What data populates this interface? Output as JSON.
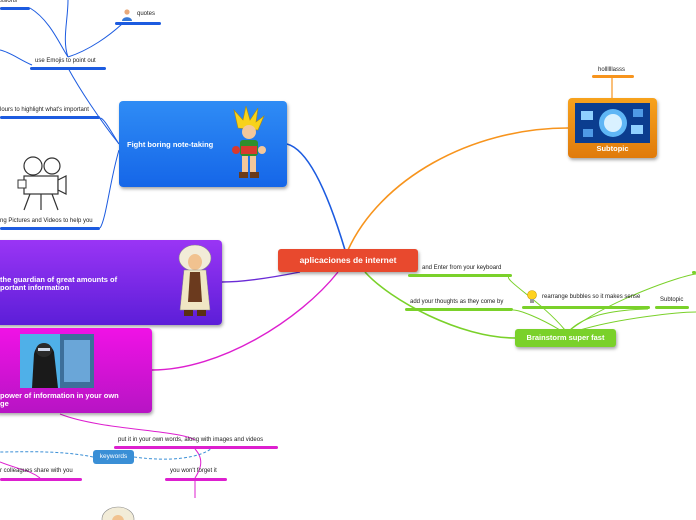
{
  "center": {
    "label": "aplicaciones de internet",
    "color": "#e8492e"
  },
  "left_top": {
    "title": "Fight boring note-taking",
    "items": [
      {
        "label": "ssions"
      },
      {
        "label": "quotes"
      },
      {
        "label": "use Emojis to point out"
      },
      {
        "label": "lours to highlight what's important"
      },
      {
        "label": "ng Pictures and Videos to help you"
      }
    ]
  },
  "left_mid": {
    "title_line1": "the guardian of great amounts of",
    "title_line2": "portant information"
  },
  "left_bottom": {
    "title_line1": "power of information in your own",
    "title_line2": "ge",
    "items": [
      {
        "label": "put it in your own words, along with images and videos"
      },
      {
        "label": "keywords"
      },
      {
        "label": "r colleagues share with you"
      },
      {
        "label": "you won't forget it"
      }
    ]
  },
  "subtopic_image": {
    "title": "Subtopic",
    "child": "hollllllasss"
  },
  "brainstorm": {
    "title": "Brainstorm super fast",
    "items": [
      {
        "label": "and Enter from your keyboard"
      },
      {
        "label": "add your thoughts as they come by"
      },
      {
        "label": "rearrange bubbles so it makes sense"
      },
      {
        "label": "Subtopic"
      }
    ]
  },
  "icons": {
    "quotes": "person-icon",
    "rearrange": "lightbulb-icon",
    "video": "video-camera-icon"
  }
}
